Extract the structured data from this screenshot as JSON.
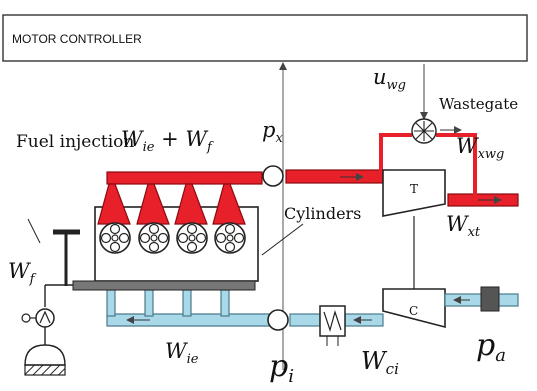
{
  "header": {
    "title": "MOTOR CONTROLLER"
  },
  "labels": {
    "fuel_injection": "Fuel injection",
    "cylinders": "Cylinders",
    "wastegate": "Wastegate",
    "turbine": "T",
    "compressor": "C"
  },
  "math": {
    "wie_plus_wf": {
      "a": "W",
      "a_sub": "ie",
      "op": " + ",
      "b": "W",
      "b_sub": "f"
    },
    "px": {
      "base": "p",
      "sub": "x"
    },
    "uwg": {
      "base": "u",
      "sub": "wg"
    },
    "wxwg": {
      "base": "W",
      "sub": "xwg"
    },
    "wxt": {
      "base": "W",
      "sub": "xt"
    },
    "wf": {
      "base": "W",
      "sub": "f"
    },
    "wie": {
      "base": "W",
      "sub": "ie"
    },
    "pi": {
      "base": "p",
      "sub": "i"
    },
    "wci": {
      "base": "W",
      "sub": "ci"
    },
    "pa": {
      "base": "p",
      "sub": "a"
    }
  },
  "colors": {
    "exhaust": "#e8202a",
    "exhaust_border": "#8a0a10",
    "intake": "#a9d8e8",
    "intake_border": "#4a7b8a",
    "line": "#222222"
  }
}
